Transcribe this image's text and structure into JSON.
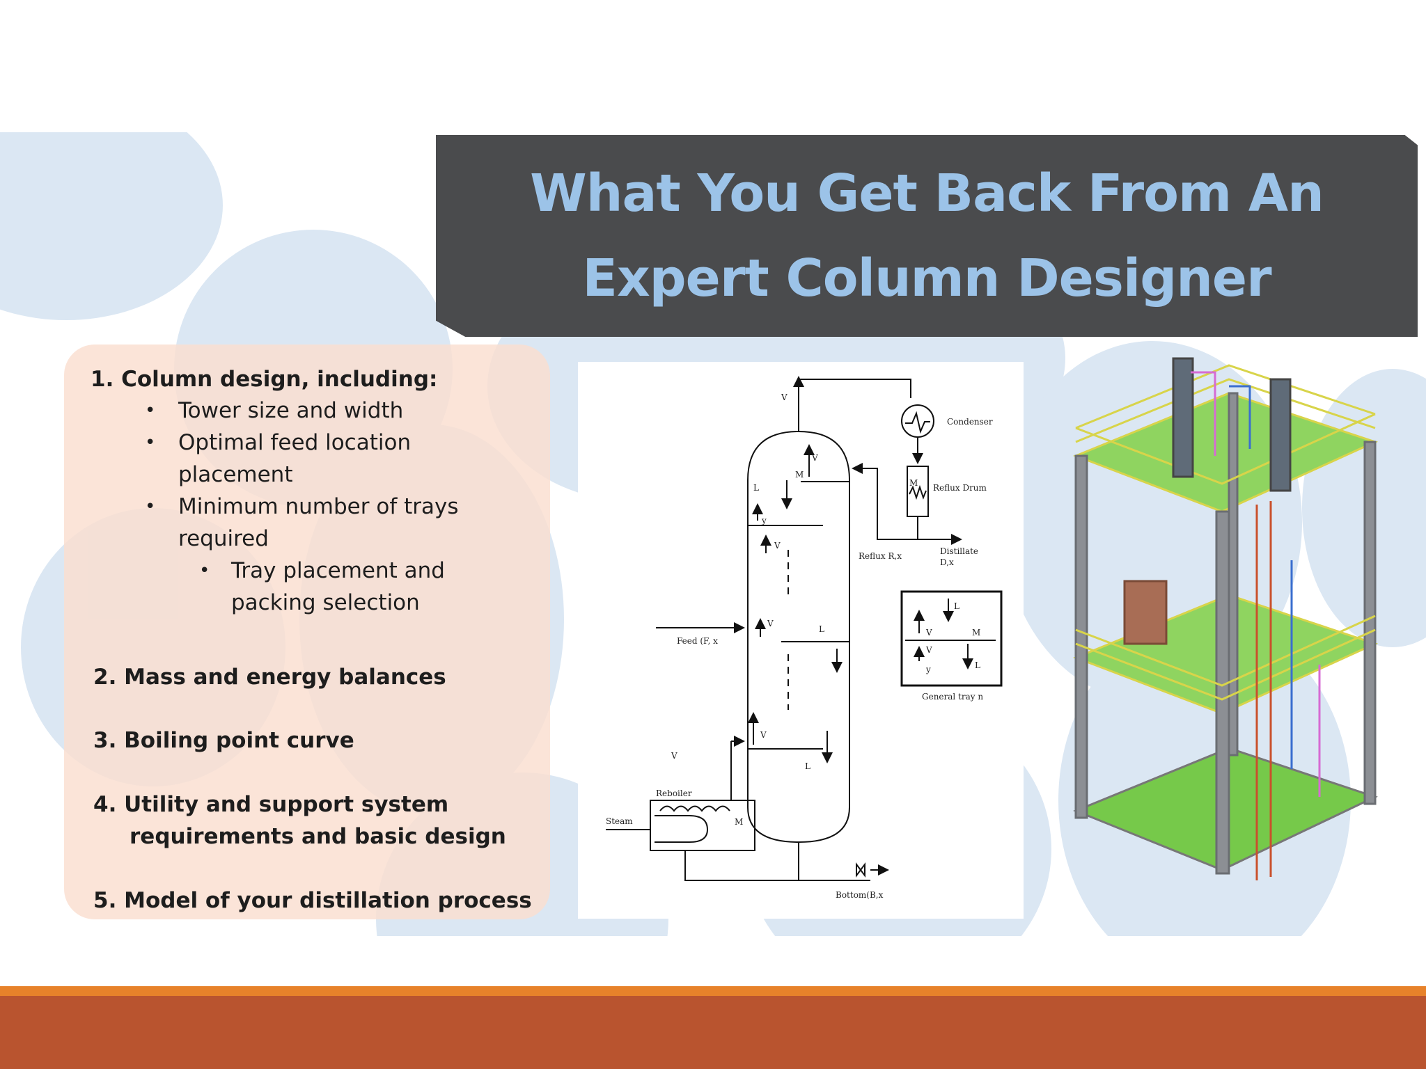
{
  "slide": {
    "title_line1": "What You Get Back From An",
    "title_line2": "Expert Column Designer"
  },
  "list": {
    "item1": "1. Column design, including:",
    "item1_sub1": "Tower size and width",
    "item1_sub2_l1": "Optimal feed location",
    "item1_sub2_l2": "placement",
    "item1_sub3_l1": "Minimum number of trays",
    "item1_sub3_l2": "required",
    "item1_sub3_sub1_l1": "Tray placement and",
    "item1_sub3_sub1_l2": "packing selection",
    "item2": "2.  Mass and energy balances",
    "item3": "3.  Boiling point curve",
    "item4_l1": "4.  Utility and support system",
    "item4_l2": "requirements and basic design",
    "item5": "5. Model of your distillation process",
    "bullet_glyph": "•"
  },
  "diagram": {
    "vt": "V",
    "condenser": "Condenser",
    "reflux_drum": "Reflux Drum",
    "m1": "M",
    "m2": "M",
    "v1y2": "V",
    "l2x2": "L",
    "y2": "y",
    "v2": "V",
    "reflux": "Reflux R,x",
    "distillate1": "Distillate",
    "distillate2": "D,x",
    "feed": "Feed (F, x",
    "vfyf": "V",
    "lfxf": "L",
    "vbyb": "V",
    "l11x11": "L",
    "vbyb2": "V",
    "reboiler": "Reboiler",
    "steam": "Steam",
    "m11": "M",
    "bottom": "Bottom(B,x",
    "general_tray": "General tray n",
    "ln": "L",
    "vnxn": "V",
    "mn": "M",
    "vn": "V",
    "yn1": "y",
    "lnxn": "L"
  },
  "colors": {
    "title_bg": "#4a4b4d",
    "title_text": "#9cc3e8",
    "panel_bg": "#fadfd0",
    "bubble": "#dbe7f3",
    "footer_line": "#e7822a",
    "footer": "#b9542f"
  },
  "model_image": "distillation-unit-3d-model"
}
